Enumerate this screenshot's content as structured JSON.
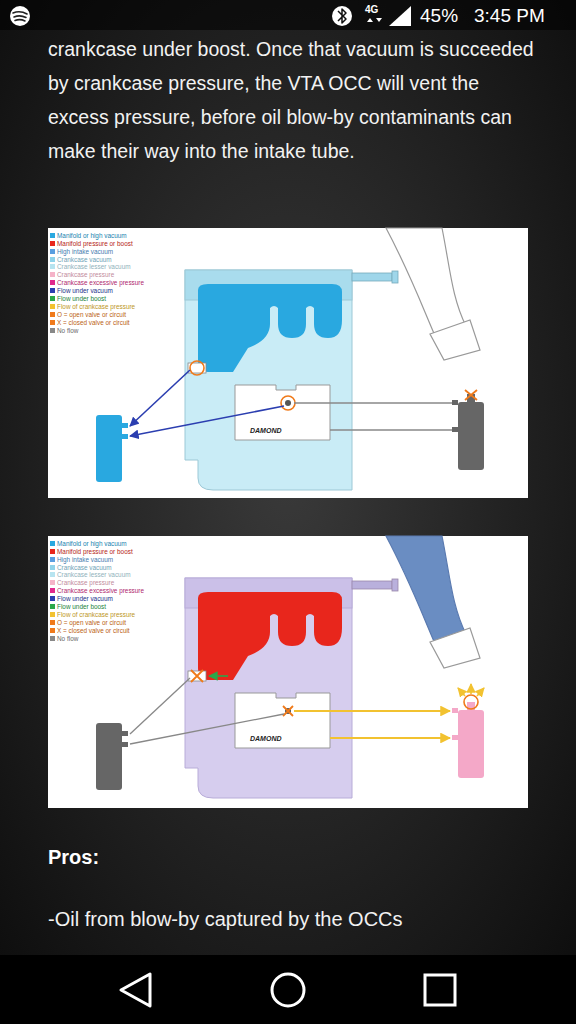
{
  "diagram": {
    "labels": [
      "4G",
      "45%",
      "3:45 PM",
      "crankcase under boost. Once that vacuum is succeeded by crankcase pressure, the VTA OCC will vent the excess pressure, before oil blow-by contaminants can make their way into the intake tube.",
      "DAMOND",
      "DAMOND",
      "Pros:",
      "-Oil from blow-by captured by the OCCs"
    ],
    "legend": [
      {
        "text": "Manifold or high vacuum",
        "color": "#29a8e0"
      },
      {
        "text": "Manifold pressure or boost",
        "color": "#e8261c"
      },
      {
        "text": "High intake vacuum",
        "color": "#5a9ee0"
      },
      {
        "text": "Crankcase vacuum",
        "color": "#8fd3ea"
      },
      {
        "text": "Crankcase lesser vacuum",
        "color": "#b7e4f0"
      },
      {
        "text": "Crankcase pressure",
        "color": "#f5b3c8"
      },
      {
        "text": "Crankcase excessive pressure",
        "color": "#e0288c"
      },
      {
        "text": "Flow under vacuum",
        "color": "#2b3eb0"
      },
      {
        "text": "Flow under boost",
        "color": "#2aa84a"
      },
      {
        "text": "Flow of crankcase pressure",
        "color": "#f2c230"
      },
      {
        "text": "O = open valve or circuit",
        "color": "#f07a1a"
      },
      {
        "text": "X = closed valve or circuit",
        "color": "#f07a1a"
      },
      {
        "text": "No flow",
        "color": "#888888"
      },
      {
        "text": "Manifold or high vacuum",
        "color": "#29a8e0"
      },
      {
        "text": "Manifold pressure or boost",
        "color": "#e8261c"
      },
      {
        "text": "High intake vacuum",
        "color": "#5a9ee0"
      },
      {
        "text": "Crankcase vacuum",
        "color": "#8fd3ea"
      },
      {
        "text": "Crankcase lesser vacuum",
        "color": "#b7e4f0"
      },
      {
        "text": "Crankcase pressure",
        "color": "#f5b3c8"
      },
      {
        "text": "Crankcase excessive pressure",
        "color": "#e0288c"
      },
      {
        "text": "Flow under vacuum",
        "color": "#2b3eb0"
      },
      {
        "text": "Flow under boost",
        "color": "#2aa84a"
      },
      {
        "text": "Flow of crankcase pressure",
        "color": "#f2c230"
      },
      {
        "text": "O = open valve or circuit",
        "color": "#f07a1a"
      },
      {
        "text": "X = closed valve or circuit",
        "color": "#f07a1a"
      },
      {
        "text": "No flow",
        "color": "#888888"
      }
    ]
  }
}
